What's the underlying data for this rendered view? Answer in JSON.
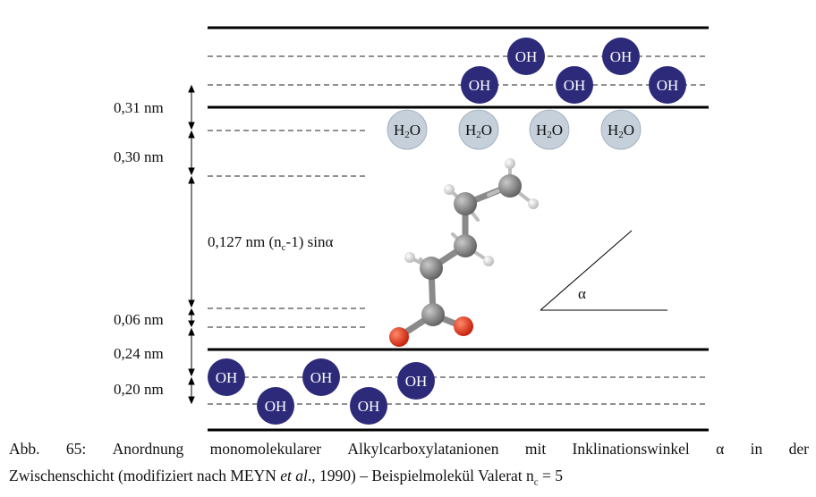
{
  "labels": {
    "d1": "0,31 nm",
    "d2": "0,30 nm",
    "d3_prefix": "0,127 nm (n",
    "d3_sub": "c",
    "d3_suffix": "-1) sinα",
    "d4": "0,06 nm",
    "d5": "0,24 nm",
    "d6": "0,20 nm",
    "angle": "α"
  },
  "species": {
    "oh": "OH",
    "h2o_h": "H",
    "h2o_sub": "2",
    "h2o_o": "O"
  },
  "colors": {
    "oh_fill": "#2d2a7a",
    "h2o_fill": "#c5d0da",
    "carbon": "#7b7b7b",
    "oxygen": "#e2230e",
    "hydrogen": "#e9e9e9"
  },
  "caption": {
    "words": [
      "Abb.",
      "65:",
      "Anordnung",
      "monomolekularer",
      "Alkylcarboxylatanionen",
      "mit",
      "Inklinationswinkel",
      "α",
      "in",
      "der"
    ],
    "line2_a": "Zwischenschicht (modifiziert nach ",
    "author_initial": "M",
    "author_rest": "EYN",
    "etal": "et al",
    "line2_b": "., 1990) – Beispielmolekül Valerat n",
    "line2_sub": "c",
    "line2_c": " = 5"
  }
}
